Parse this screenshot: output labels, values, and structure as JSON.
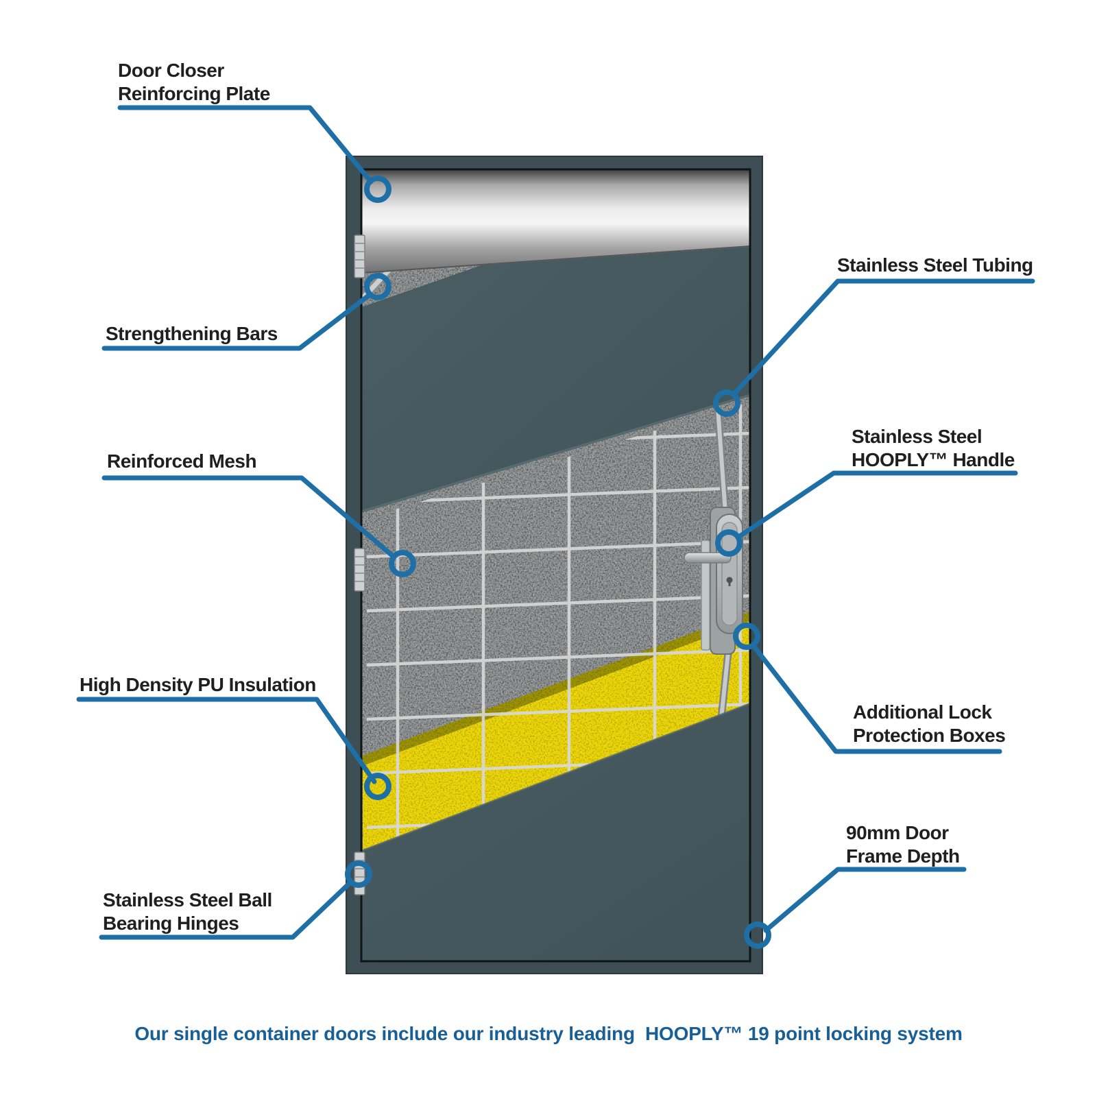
{
  "caption": "Our single container doors include our industry leading  HOOPLY™ 19 point locking system",
  "callouts": {
    "door_closer": {
      "line1": "Door Closer",
      "line2": "Reinforcing Plate"
    },
    "strengthening_bars": {
      "line1": "Strengthening Bars",
      "line2": ""
    },
    "reinforced_mesh": {
      "line1": "Reinforced Mesh",
      "line2": ""
    },
    "pu_insulation": {
      "line1": "High Density PU Insulation",
      "line2": ""
    },
    "hinges": {
      "line1": "Stainless Steel Ball",
      "line2": "Bearing Hinges"
    },
    "tubing": {
      "line1": "Stainless Steel Tubing",
      "line2": ""
    },
    "handle": {
      "line1": "Stainless Steel",
      "line2": "HOOPLY™ Handle"
    },
    "lock_boxes": {
      "line1": "Additional Lock",
      "line2": "Protection Boxes"
    },
    "frame_depth": {
      "line1": "90mm Door",
      "line2": "Frame Depth"
    }
  },
  "colors": {
    "callout_blue": "#1e6fa6",
    "caption_blue": "#195f97",
    "label_text": "#1f1f1f",
    "door_frame": "#3d4f54",
    "door_skin": "#46585e",
    "insulation_gray": "#8d9090",
    "pu_yellow": "#edd70a"
  }
}
